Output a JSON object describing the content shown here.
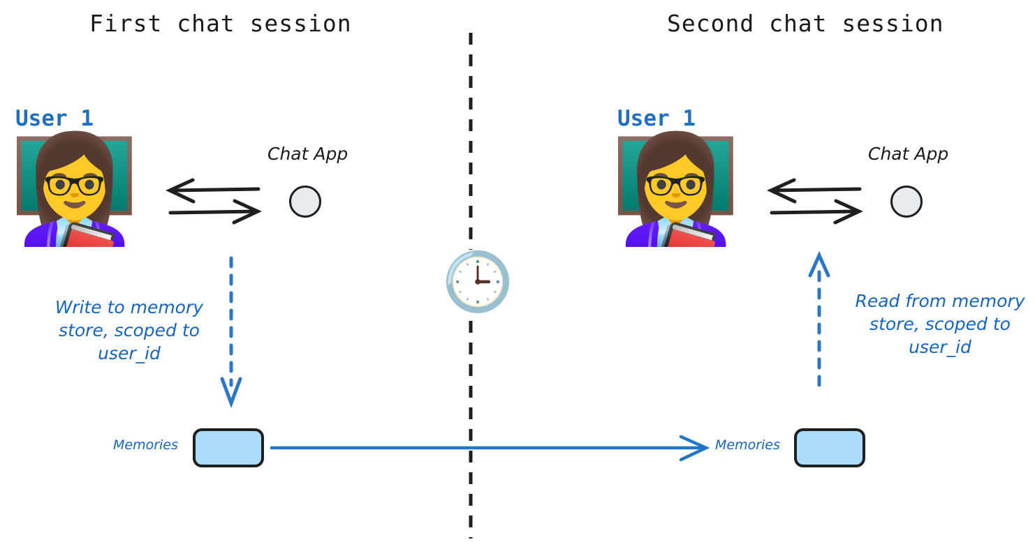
{
  "diagram": {
    "titles": {
      "left": "First chat session",
      "right": "Second chat session"
    },
    "left_panel": {
      "user_label": "User 1",
      "avatar_icon": "woman-teacher-emoji",
      "avatar_glyph": "👩‍🏫",
      "app_label": "Chat App",
      "app_icon": "circle-node",
      "exchange_arrows": [
        "arrow-left",
        "arrow-right"
      ],
      "flow_note": "Write to memory\nstore, scoped to\nuser_id",
      "flow_direction": "down",
      "memories_label": "Memories",
      "memories_box": "memories-store-box"
    },
    "right_panel": {
      "user_label": "User 1",
      "avatar_icon": "woman-teacher-emoji",
      "avatar_glyph": "👩‍🏫",
      "app_label": "Chat App",
      "app_icon": "circle-node",
      "exchange_arrows": [
        "arrow-left",
        "arrow-right"
      ],
      "flow_note": "Read from memory\nstore, scoped to\nuser_id",
      "flow_direction": "up",
      "memories_label": "Memories",
      "memories_box": "memories-store-box"
    },
    "divider": {
      "icon": "clock-emoji",
      "glyph": "🕒",
      "style": "vertical-dashed-line"
    },
    "colors": {
      "accent_blue": "#1565c0",
      "user_label_blue": "#1f6fc4",
      "memory_box_fill": "#abdcfb",
      "app_circle_fill": "#e9ebee",
      "stroke_dark": "#1f1f1f",
      "background": "#ffffff"
    }
  }
}
